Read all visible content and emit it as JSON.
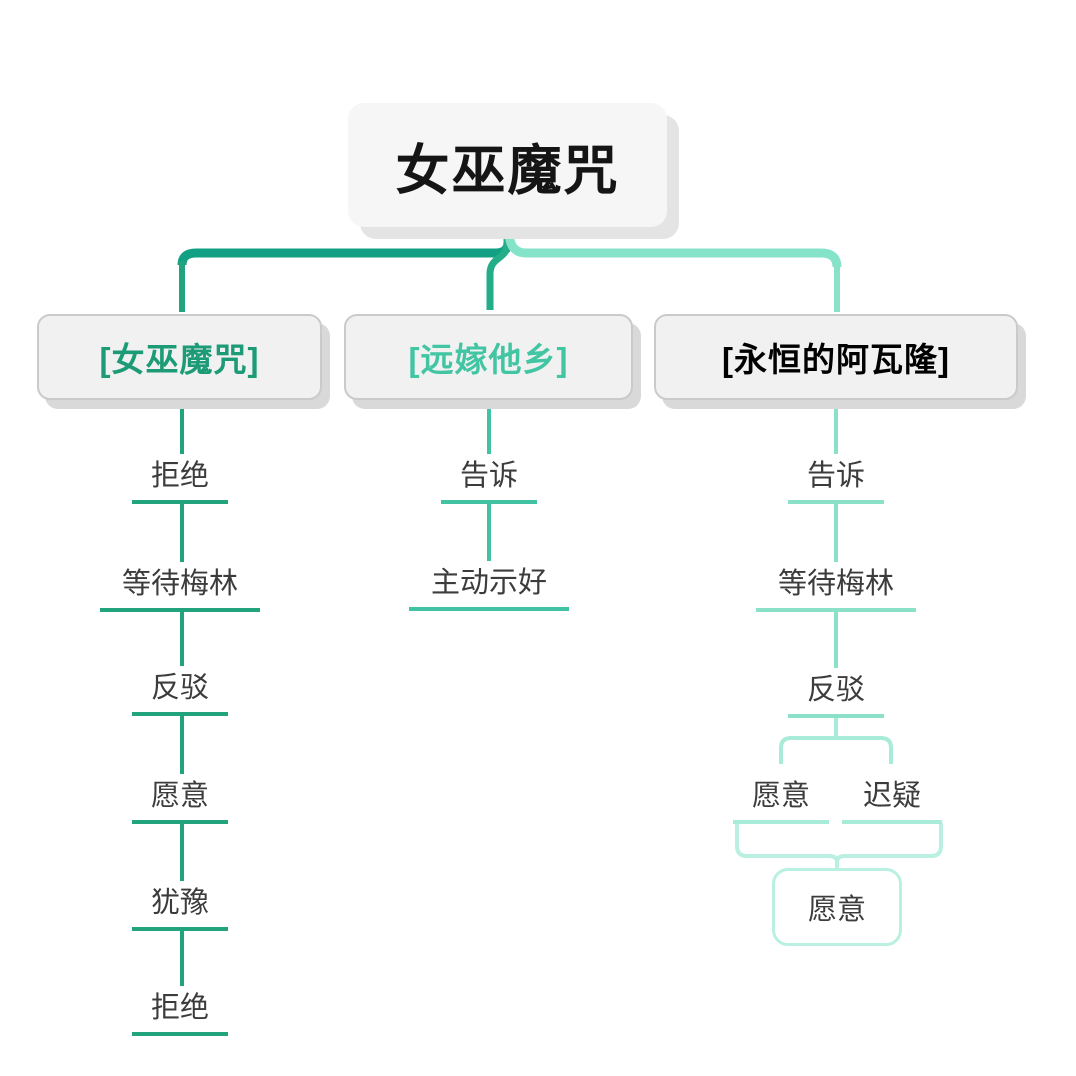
{
  "colors": {
    "branch1_line": "#12A085",
    "branch1_sub": "#21A47D",
    "branch1_text": "#1D9B76",
    "branch2_line": "#23AE89",
    "branch2_sub": "#41C2A2",
    "branch2_text": "#41C5A2",
    "branch3_line": "#85E3C9",
    "branch3_sub": "#8BE0C8",
    "branch3_l3": "#A7EBD8",
    "bran3_unused": "#FFFFFF",
    "branch3_l4": "#B9F0E1",
    "leaf_text": "#3C3C3C",
    "root_text": "#151515"
  },
  "root": {
    "label": "女巫魔咒"
  },
  "branches": [
    {
      "label": "[女巫魔咒]",
      "children": [
        "拒绝",
        "等待梅林",
        "反驳",
        "愿意",
        "犹豫",
        "拒绝"
      ]
    },
    {
      "label": "[远嫁他乡]",
      "children": [
        "告诉",
        "主动示好"
      ]
    },
    {
      "label": "[永恒的阿瓦隆]",
      "children": [
        "告诉",
        "等待梅林",
        "反驳"
      ],
      "fork_children": [
        "愿意",
        "迟疑"
      ],
      "merged_child": "愿意"
    }
  ]
}
